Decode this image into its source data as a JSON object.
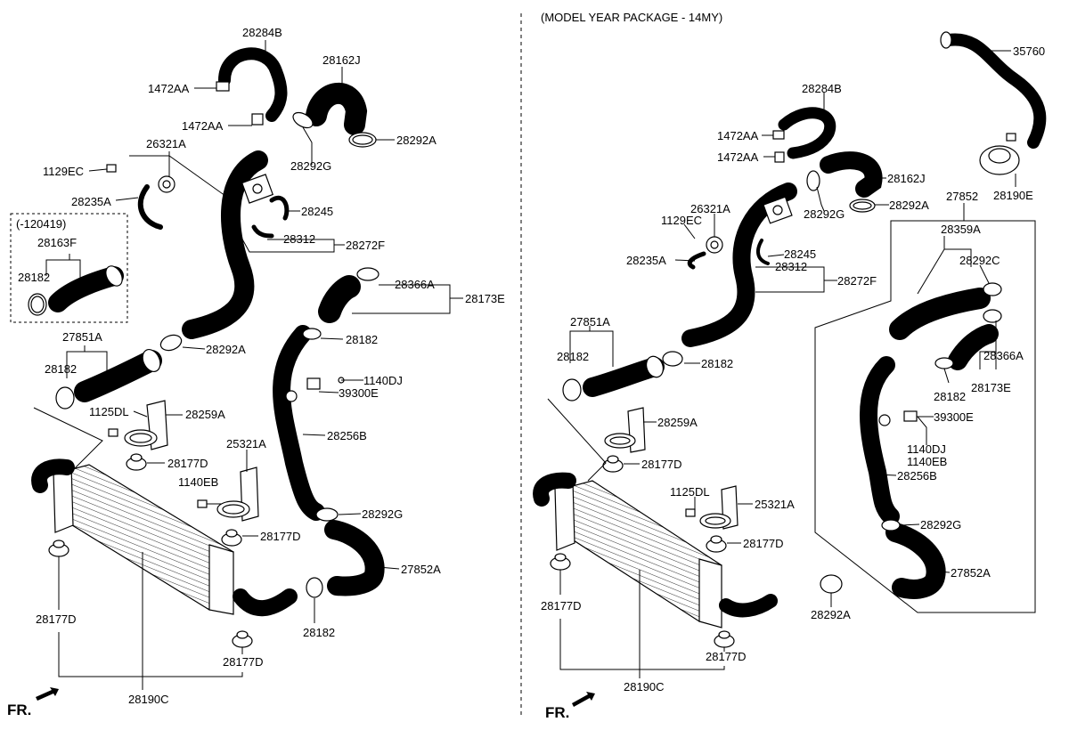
{
  "header": {
    "model_package": "(MODEL YEAR PACKAGE - 14MY)"
  },
  "direction_marker": "FR.",
  "left": {
    "inset_note": "(-120419)",
    "labels": {
      "p28284B": "28284B",
      "p28162J": "28162J",
      "p1472AA_a": "1472AA",
      "p1472AA_b": "1472AA",
      "p26321A": "26321A",
      "p28292A_top": "28292A",
      "p28292G_top": "28292G",
      "p1129EC": "1129EC",
      "p28235A": "28235A",
      "p28245": "28245",
      "p28312": "28312",
      "p28272F": "28272F",
      "p28163F": "28163F",
      "p28182_inset": "28182",
      "p28366A": "28366A",
      "p28173E": "28173E",
      "p28182_mid": "28182",
      "p27851A": "27851A",
      "p28292A_mid": "28292A",
      "p28182_left": "28182",
      "p1140DJ": "1140DJ",
      "p39300E": "39300E",
      "p1125DL": "1125DL",
      "p28259A": "28259A",
      "p28256B": "28256B",
      "p28177D_a": "28177D",
      "p25321A": "25321A",
      "p1140EB": "1140EB",
      "p28292G_low": "28292G",
      "p28177D_b": "28177D",
      "p27852A": "27852A",
      "p28177D_c": "28177D",
      "p28182_low": "28182",
      "p28177D_d": "28177D",
      "p28190C": "28190C"
    }
  },
  "right": {
    "labels": {
      "p35760": "35760",
      "p28284B": "28284B",
      "p28190E": "28190E",
      "p1472AA_a": "1472AA",
      "p1472AA_b": "1472AA",
      "p28162J": "28162J",
      "p27852": "27852",
      "p28292G_top": "28292G",
      "p28292A_top": "28292A",
      "p26321A": "26321A",
      "p1129EC": "1129EC",
      "p28359A": "28359A",
      "p28245": "28245",
      "p28235A": "28235A",
      "p28312": "28312",
      "p28292C": "28292C",
      "p28272F": "28272F",
      "p27851A": "27851A",
      "p28182_a": "28182",
      "p28182_b": "28182",
      "p28366A": "28366A",
      "p28182_c": "28182",
      "p28173E": "28173E",
      "p28259A": "28259A",
      "p39300E": "39300E",
      "p1140DJ": "1140DJ",
      "p1140EB": "1140EB",
      "p28177D_a": "28177D",
      "p28256B": "28256B",
      "p1125DL": "1125DL",
      "p25321A": "25321A",
      "p28292G_low": "28292G",
      "p28177D_b": "28177D",
      "p27852A": "27852A",
      "p28292A_low": "28292A",
      "p28177D_c": "28177D",
      "p28177D_d": "28177D",
      "p28190C": "28190C"
    }
  }
}
